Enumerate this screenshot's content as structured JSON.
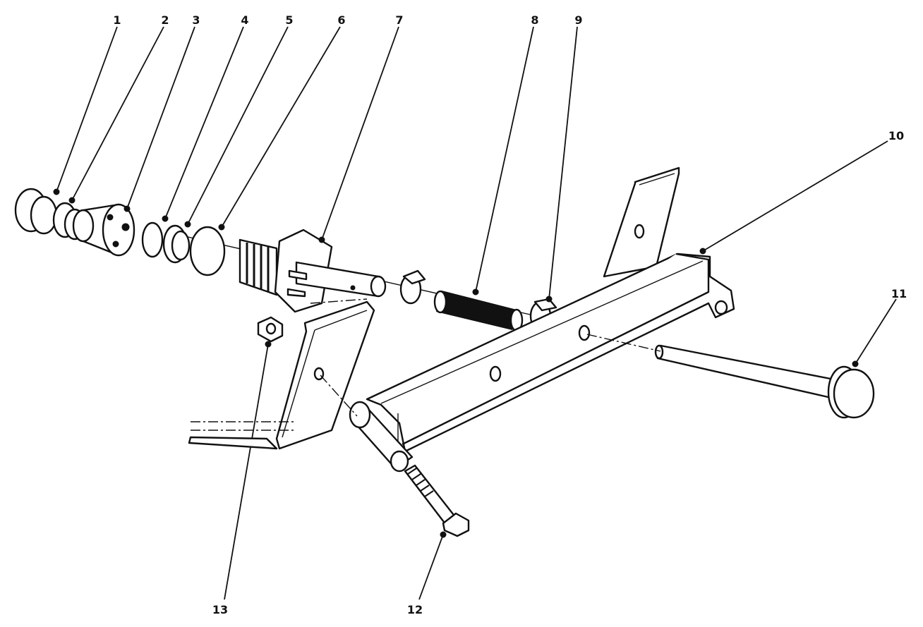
{
  "callouts": [
    {
      "num": "1"
    },
    {
      "num": "2"
    },
    {
      "num": "3"
    },
    {
      "num": "4"
    },
    {
      "num": "5"
    },
    {
      "num": "6"
    },
    {
      "num": "7"
    },
    {
      "num": "8"
    },
    {
      "num": "9"
    },
    {
      "num": "10"
    },
    {
      "num": "11"
    },
    {
      "num": "12"
    },
    {
      "num": "13"
    }
  ],
  "colors": {
    "ink": "#111111",
    "paper": "#ffffff"
  }
}
